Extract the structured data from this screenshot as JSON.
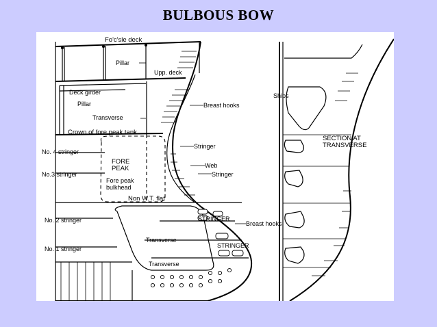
{
  "slide": {
    "title": "BULBOUS BOW"
  },
  "labels": {
    "focsle_deck": "Fo'c'sle deck",
    "pillar_top": "Pillar",
    "upp_deck": "Upp. deck",
    "deck_girder": "Deck girder",
    "pillar_mid": "Pillar",
    "transverse_top": "Transverse",
    "breast_hooks_top": "Breast hooks",
    "crown_fore_peak_tank": "Crown of fore peak tank",
    "no4_stringer": "No. 4 stringer",
    "stringer_mid": "Stringer",
    "fore_peak_1": "FORE",
    "fore_peak_2": "PEAK",
    "web": "Web",
    "no3_stringer": "No.3 stringer",
    "stringer_mid2": "Stringer",
    "fore_peak_bulkhead_1": "Fore peak",
    "fore_peak_bulkhead_2": "bulkhead",
    "non_wt_flat": "Non  W.T. flat",
    "no2_stringer": "No. 2  stringer",
    "stringer_caps_1": "STRINGER",
    "breast_hooks_low": "Breast hooks",
    "transverse_low1": "Transverse",
    "stringer_caps_2": "STRINGER",
    "no1_stringer": "No. 1   stringer",
    "transverse_low2": "Transverse",
    "ships": "Ships",
    "section_at_1": "SECTION AT",
    "section_at_2": "TRANSVERSE"
  }
}
